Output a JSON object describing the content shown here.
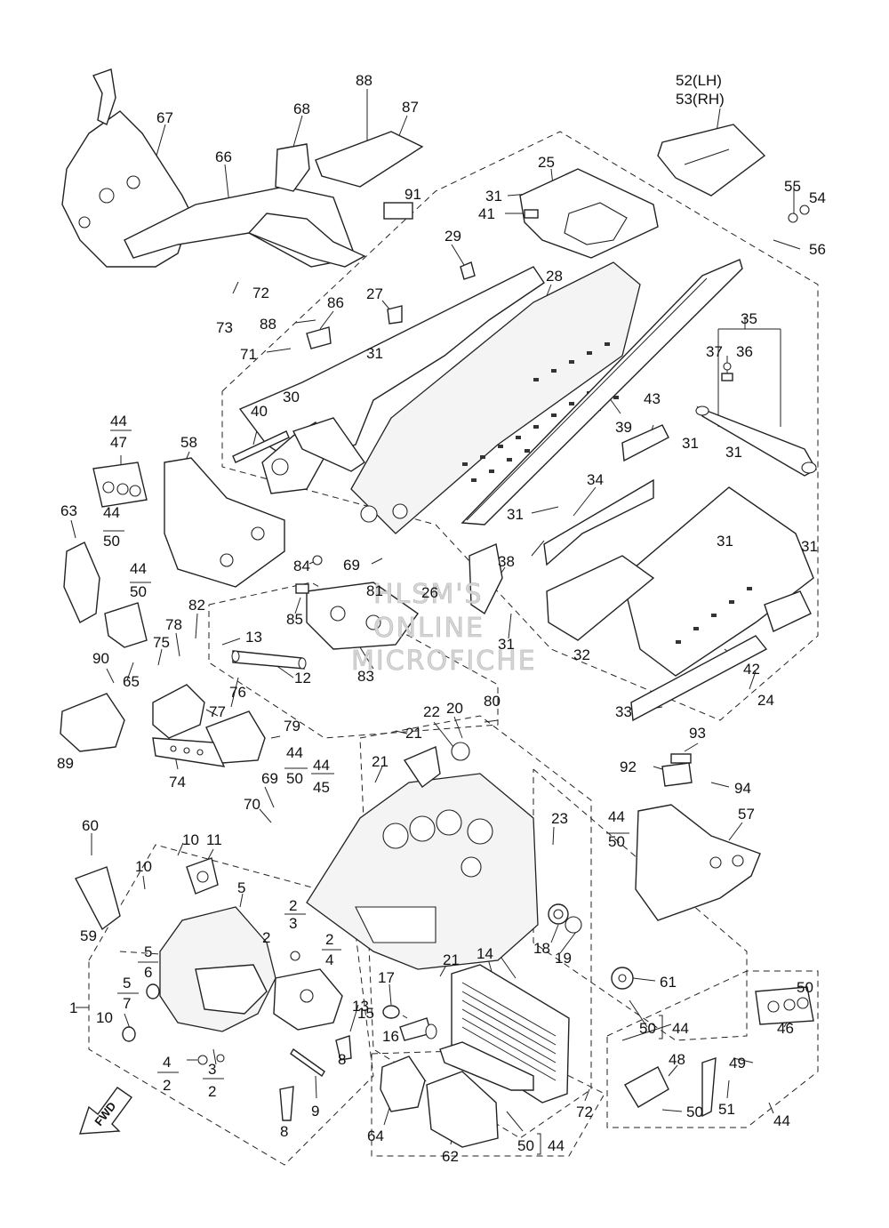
{
  "watermark": {
    "line1": "HLSM'S",
    "line2": "ONLINE",
    "line3": "MICROFICHE"
  },
  "fwd_label": "FWD",
  "callouts": [
    {
      "id": "c88a",
      "text": "88"
    },
    {
      "id": "c87",
      "text": "87"
    },
    {
      "id": "c52",
      "text": "52(LH)"
    },
    {
      "id": "c53",
      "text": "53(RH)"
    },
    {
      "id": "c67",
      "text": "67"
    },
    {
      "id": "c68",
      "text": "68"
    },
    {
      "id": "c66",
      "text": "66"
    },
    {
      "id": "c25",
      "text": "25"
    },
    {
      "id": "c31a",
      "text": "31"
    },
    {
      "id": "c55",
      "text": "55"
    },
    {
      "id": "c54",
      "text": "54"
    },
    {
      "id": "c91",
      "text": "91"
    },
    {
      "id": "c29",
      "text": "29"
    },
    {
      "id": "c41",
      "text": "41"
    },
    {
      "id": "c56",
      "text": "56"
    },
    {
      "id": "c72a",
      "text": "72"
    },
    {
      "id": "c27",
      "text": "27"
    },
    {
      "id": "c28",
      "text": "28"
    },
    {
      "id": "c86",
      "text": "86"
    },
    {
      "id": "c73",
      "text": "73"
    },
    {
      "id": "c88b",
      "text": "88"
    },
    {
      "id": "c35",
      "text": "35"
    },
    {
      "id": "c71",
      "text": "71"
    },
    {
      "id": "c31b",
      "text": "31"
    },
    {
      "id": "c37",
      "text": "37"
    },
    {
      "id": "c36",
      "text": "36"
    },
    {
      "id": "c30",
      "text": "30"
    },
    {
      "id": "c40",
      "text": "40"
    },
    {
      "id": "c43",
      "text": "43"
    },
    {
      "id": "c39",
      "text": "39"
    },
    {
      "id": "c44a",
      "text": "44"
    },
    {
      "id": "c47",
      "text": "47"
    },
    {
      "id": "c58",
      "text": "58"
    },
    {
      "id": "c31c",
      "text": "31"
    },
    {
      "id": "c31d",
      "text": "31"
    },
    {
      "id": "c34",
      "text": "34"
    },
    {
      "id": "c63",
      "text": "63"
    },
    {
      "id": "c44b",
      "text": "44"
    },
    {
      "id": "c50a",
      "text": "50"
    },
    {
      "id": "c31e",
      "text": "31"
    },
    {
      "id": "c31f",
      "text": "31"
    },
    {
      "id": "c31g",
      "text": "31"
    },
    {
      "id": "c44c",
      "text": "44"
    },
    {
      "id": "c50b",
      "text": "50"
    },
    {
      "id": "c84",
      "text": "84"
    },
    {
      "id": "c69a",
      "text": "69"
    },
    {
      "id": "c38",
      "text": "38"
    },
    {
      "id": "c81",
      "text": "81"
    },
    {
      "id": "c26",
      "text": "26"
    },
    {
      "id": "c85",
      "text": "85"
    },
    {
      "id": "c82",
      "text": "82"
    },
    {
      "id": "c78",
      "text": "78"
    },
    {
      "id": "c31h",
      "text": "31"
    },
    {
      "id": "c32",
      "text": "32"
    },
    {
      "id": "c75",
      "text": "75"
    },
    {
      "id": "c13a",
      "text": "13"
    },
    {
      "id": "c83",
      "text": "83"
    },
    {
      "id": "c42",
      "text": "42"
    },
    {
      "id": "c90",
      "text": "90"
    },
    {
      "id": "c65",
      "text": "65"
    },
    {
      "id": "c12",
      "text": "12"
    },
    {
      "id": "c33",
      "text": "33"
    },
    {
      "id": "c24",
      "text": "24"
    },
    {
      "id": "c76",
      "text": "76"
    },
    {
      "id": "c77",
      "text": "77"
    },
    {
      "id": "c80",
      "text": "80"
    },
    {
      "id": "c79",
      "text": "79"
    },
    {
      "id": "c22",
      "text": "22"
    },
    {
      "id": "c20",
      "text": "20"
    },
    {
      "id": "c21a",
      "text": "21"
    },
    {
      "id": "c93",
      "text": "93"
    },
    {
      "id": "c89",
      "text": "89"
    },
    {
      "id": "c44d",
      "text": "44"
    },
    {
      "id": "c44e",
      "text": "44"
    },
    {
      "id": "c50c",
      "text": "50"
    },
    {
      "id": "c45",
      "text": "45"
    },
    {
      "id": "c21b",
      "text": "21"
    },
    {
      "id": "c92",
      "text": "92"
    },
    {
      "id": "c94",
      "text": "94"
    },
    {
      "id": "c74",
      "text": "74"
    },
    {
      "id": "c69b",
      "text": "69"
    },
    {
      "id": "c70",
      "text": "70"
    },
    {
      "id": "c23",
      "text": "23"
    },
    {
      "id": "c44f",
      "text": "44"
    },
    {
      "id": "c50d",
      "text": "50"
    },
    {
      "id": "c57",
      "text": "57"
    },
    {
      "id": "c60",
      "text": "60"
    },
    {
      "id": "c10a",
      "text": "10"
    },
    {
      "id": "c11",
      "text": "11"
    },
    {
      "id": "c10b",
      "text": "10"
    },
    {
      "id": "c5a",
      "text": "5"
    },
    {
      "id": "c59",
      "text": "59"
    },
    {
      "id": "c2a",
      "text": "2"
    },
    {
      "id": "c3a",
      "text": "3"
    },
    {
      "id": "c2b",
      "text": "2"
    },
    {
      "id": "c2c",
      "text": "2"
    },
    {
      "id": "c4a",
      "text": "4"
    },
    {
      "id": "c18",
      "text": "18"
    },
    {
      "id": "c19",
      "text": "19"
    },
    {
      "id": "c5b",
      "text": "5"
    },
    {
      "id": "c6",
      "text": "6"
    },
    {
      "id": "c5c",
      "text": "5"
    },
    {
      "id": "c7",
      "text": "7"
    },
    {
      "id": "c1",
      "text": "1"
    },
    {
      "id": "c10c",
      "text": "10"
    },
    {
      "id": "c14",
      "text": "14"
    },
    {
      "id": "c21c",
      "text": "21"
    },
    {
      "id": "c17",
      "text": "17"
    },
    {
      "id": "c61",
      "text": "61"
    },
    {
      "id": "c50e",
      "text": "50"
    },
    {
      "id": "c13b",
      "text": "13"
    },
    {
      "id": "c15",
      "text": "15"
    },
    {
      "id": "c16",
      "text": "16"
    },
    {
      "id": "c50f",
      "text": "50"
    },
    {
      "id": "c44g",
      "text": "44"
    },
    {
      "id": "c46",
      "text": "46"
    },
    {
      "id": "c4b",
      "text": "4"
    },
    {
      "id": "c2d",
      "text": "2"
    },
    {
      "id": "c3b",
      "text": "3"
    },
    {
      "id": "c2e",
      "text": "2"
    },
    {
      "id": "c8a",
      "text": "8"
    },
    {
      "id": "c9",
      "text": "9"
    },
    {
      "id": "c48",
      "text": "48"
    },
    {
      "id": "c49",
      "text": "49"
    },
    {
      "id": "c64",
      "text": "64"
    },
    {
      "id": "c72b",
      "text": "72"
    },
    {
      "id": "c50g",
      "text": "50"
    },
    {
      "id": "c51",
      "text": "51"
    },
    {
      "id": "c8b",
      "text": "8"
    },
    {
      "id": "c62",
      "text": "62"
    },
    {
      "id": "c50h",
      "text": "50"
    },
    {
      "id": "c44h",
      "text": "44"
    },
    {
      "id": "c44i",
      "text": "44"
    }
  ]
}
